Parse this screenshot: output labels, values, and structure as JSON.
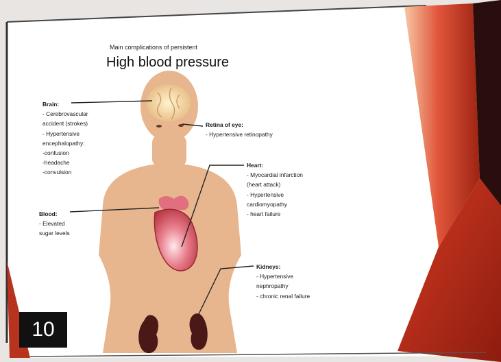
{
  "slide": {
    "supertitle": "Main complications of persistent",
    "title": "High blood pressure",
    "number": "10"
  },
  "labels": {
    "brain": {
      "heading": "Brain:",
      "lines": [
        "- Cerebrovascular",
        "accident (strokes)",
        "- Hypertensive",
        "encephalopathy:",
        "-confusion",
        "-headache",
        "-convulsion"
      ]
    },
    "eye": {
      "heading": "Retina of eye:",
      "lines": [
        "- Hypertensive retinopathy"
      ]
    },
    "heart": {
      "heading": "Heart:",
      "lines": [
        "- Myocardial infarction",
        "(heart attack)",
        "- Hypertensive",
        "cardiomyopathy",
        "- heart failure"
      ]
    },
    "blood": {
      "heading": "Blood:",
      "lines": [
        "- Elevated",
        "sugar levels"
      ]
    },
    "kidneys": {
      "heading": "Kidneys:",
      "lines": [
        "- Hypertensive",
        "nephropathy",
        "- chronic renal failure"
      ]
    }
  },
  "colors": {
    "skin": "#e7b68e",
    "frame_red": "#b8331e",
    "frame_dark": "#2a0d0d",
    "slide_bg": "#ffffff",
    "kidney": "#4a1816",
    "heart": "#c8414b",
    "brain": "#f2d9a8"
  }
}
